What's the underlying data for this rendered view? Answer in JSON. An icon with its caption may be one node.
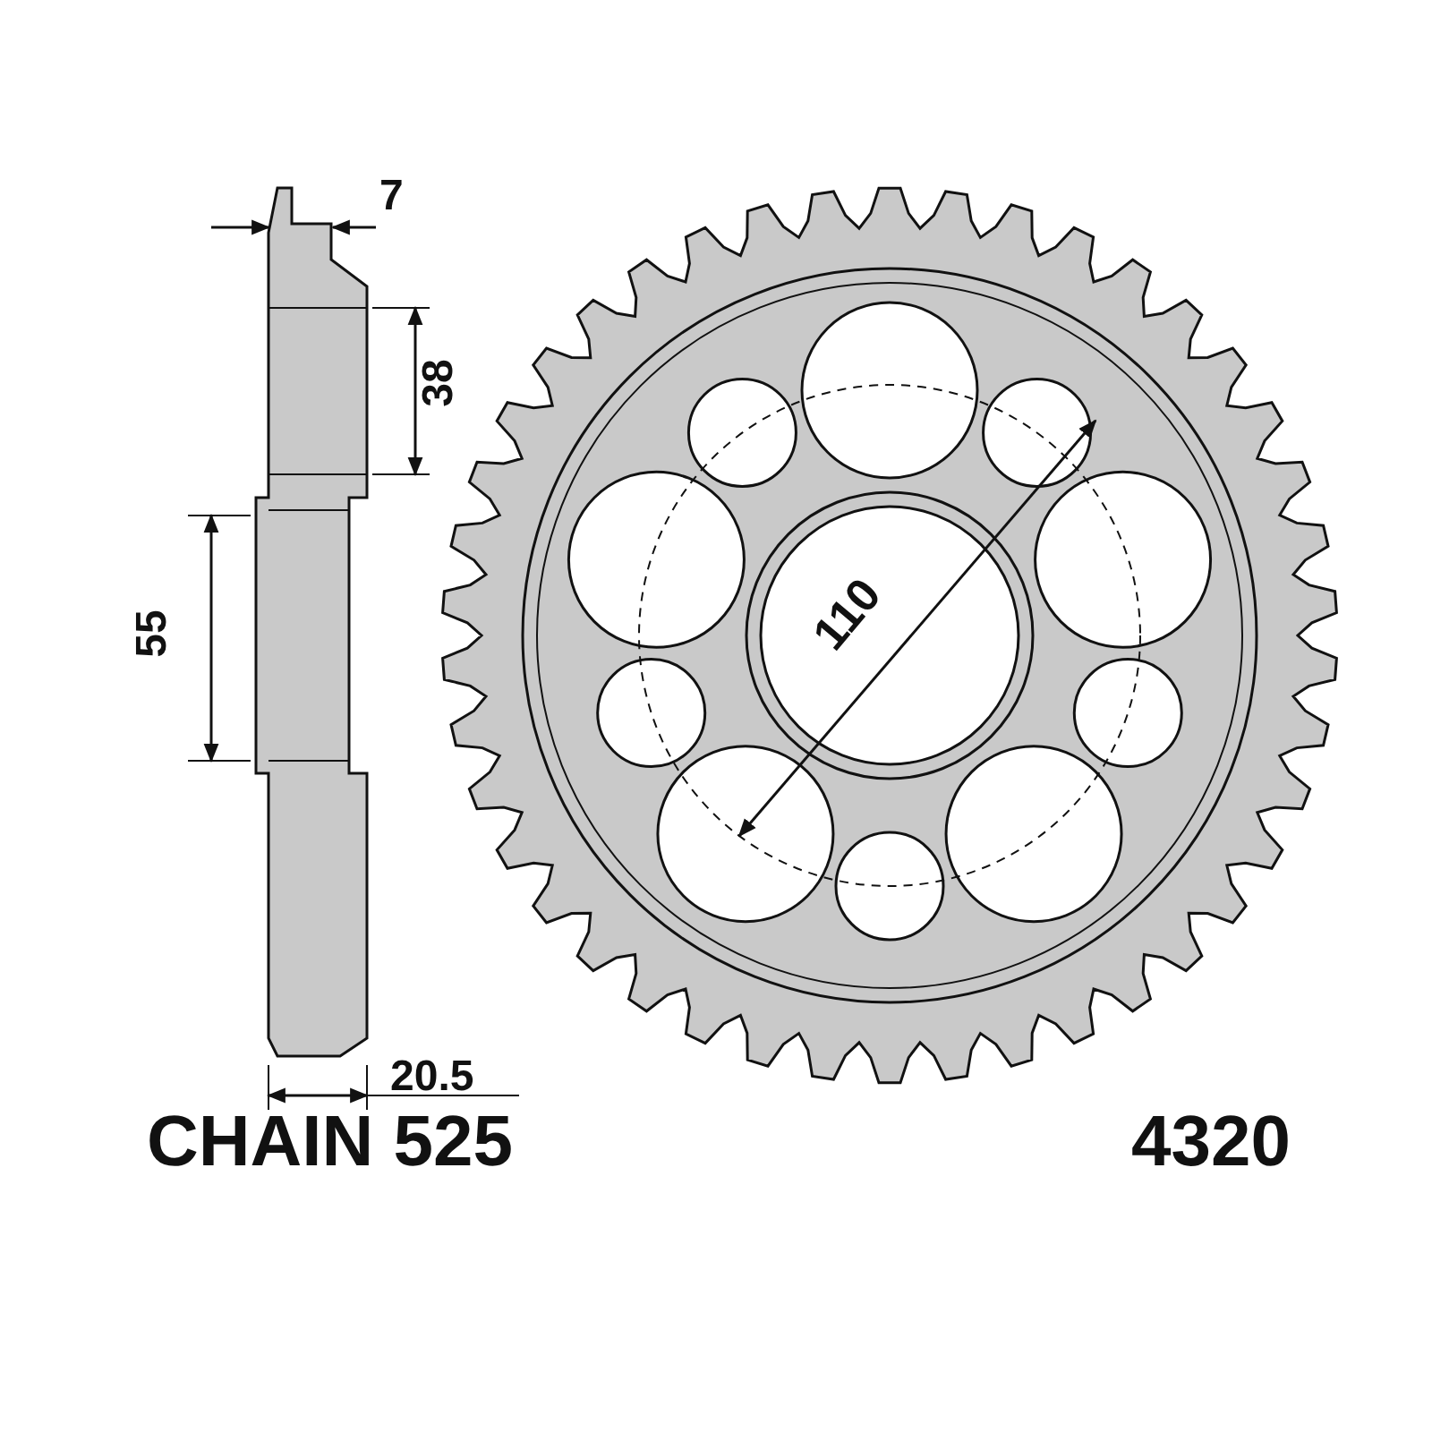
{
  "diagram": {
    "labels": [
      "7",
      "38",
      "55",
      "110",
      "20.5",
      "CHAIN 525",
      "4320"
    ]
  }
}
